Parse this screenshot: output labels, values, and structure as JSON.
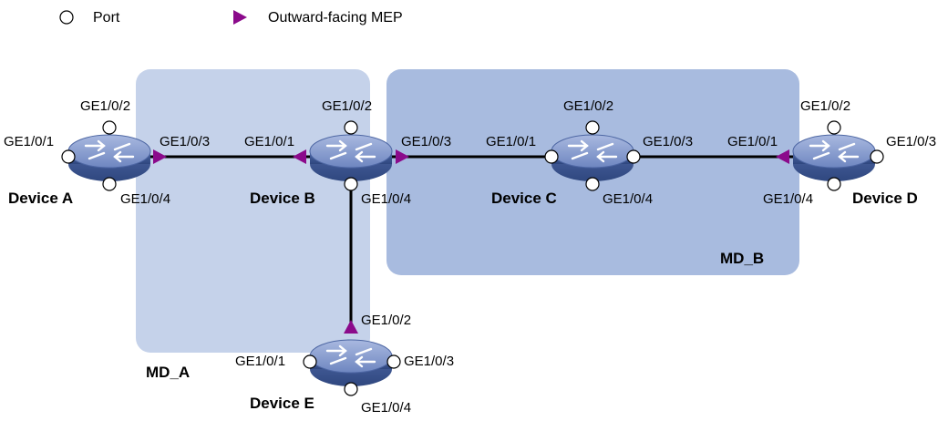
{
  "legend": {
    "port_label": "Port",
    "mep_label": "Outward-facing  MEP"
  },
  "domains": {
    "md_a": "MD_A",
    "md_b": "MD_B"
  },
  "devices": {
    "a": {
      "name": "Device A",
      "ports": {
        "p1": "GE1/0/1",
        "p2": "GE1/0/2",
        "p3": "GE1/0/3",
        "p4": "GE1/0/4"
      }
    },
    "b": {
      "name": "Device B",
      "ports": {
        "p1": "GE1/0/1",
        "p2": "GE1/0/2",
        "p3": "GE1/0/3",
        "p4": "GE1/0/4"
      }
    },
    "c": {
      "name": "Device C",
      "ports": {
        "p1": "GE1/0/1",
        "p2": "GE1/0/2",
        "p3": "GE1/0/3",
        "p4": "GE1/0/4"
      }
    },
    "d": {
      "name": "Device D",
      "ports": {
        "p1": "GE1/0/1",
        "p2": "GE1/0/2",
        "p3": "GE1/0/3",
        "p4": "GE1/0/4"
      }
    },
    "e": {
      "name": "Device E",
      "ports": {
        "p1": "GE1/0/1",
        "p2": "GE1/0/2",
        "p3": "GE1/0/3",
        "p4": "GE1/0/4"
      }
    }
  },
  "colors": {
    "md_a_fill": "#c5d2ea",
    "md_b_fill": "#a8bbdf",
    "switch_body": "#5a73ad",
    "switch_top": "#8fa3d3",
    "mep": "#8b0a8b",
    "link": "#000000"
  }
}
